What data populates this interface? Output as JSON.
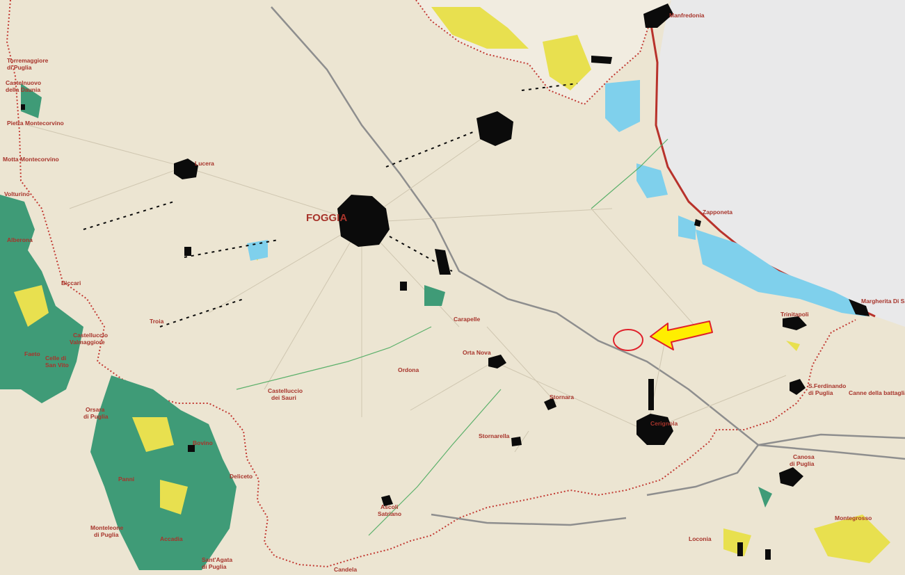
{
  "map": {
    "colors": {
      "land": "#ece5d2",
      "sea": "#e9e9ea",
      "urban": "#0b0b0b",
      "water": "#7fd0ec",
      "forest": "#3f9b77",
      "crop_yellow": "#e8e04f",
      "road": "#8e8e8e",
      "border": "#c23a33",
      "label": "#a7342b",
      "marker_circle": "#e0202a",
      "marker_arrow_fill": "#ffee00",
      "marker_arrow_stroke": "#e0202a"
    },
    "places": {
      "foggia": "FOGGIA",
      "manfredonia": "Manfredonia",
      "lucera": "Lucera",
      "zapponeta": "Zapponeta",
      "margherita": "Margherita Di Savoia",
      "trinitapoli": "Trinitapoli",
      "carapelle": "Carapelle",
      "orta_nova": "Orta Nova",
      "ordona": "Ordona",
      "stornara": "Stornara",
      "stornarella": "Stornarella",
      "cerignola": "Cerignola",
      "ferdinando1": "S.Ferdinando",
      "ferdinando2": "di Puglia",
      "canne": "Canne della battaglia",
      "canosa1": "Canosa",
      "canosa2": "di Puglia",
      "montegrosso": "Montegrosso",
      "loconia": "Loconia",
      "castelluccio_sauri1": "Castelluccio",
      "castelluccio_sauri2": "dei Sauri",
      "ascoli1": "Ascoli",
      "ascoli2": "Satriano",
      "candela": "Candela",
      "troia": "Troia",
      "orsara1": "Orsara",
      "orsara2": "di Puglia",
      "bovino": "Bovino",
      "deliceto": "Deliceto",
      "panni": "Panni",
      "monteleone1": "Monteleone",
      "monteleone2": "di Puglia",
      "accadia": "Accadia",
      "sant_agata1": "Sant'Agata",
      "sant_agata2": "di Puglia",
      "faeto": "Faeto",
      "celle1": "Celle di",
      "celle2": "San Vito",
      "castelluccio_v1": "Castelluccio",
      "castelluccio_v2": "Valmaggiore",
      "biccari": "Biccari",
      "alberona": "Alberona",
      "volturino": "Volturino",
      "motta": "Motta Montecorvino",
      "pietra": "Pietra Montecorvino",
      "castelnuovo1": "Castelnuovo",
      "castelnuovo2": "della Daunia",
      "torremaggiore1": "Torremaggiore",
      "torremaggiore2": "di Puglia"
    }
  }
}
